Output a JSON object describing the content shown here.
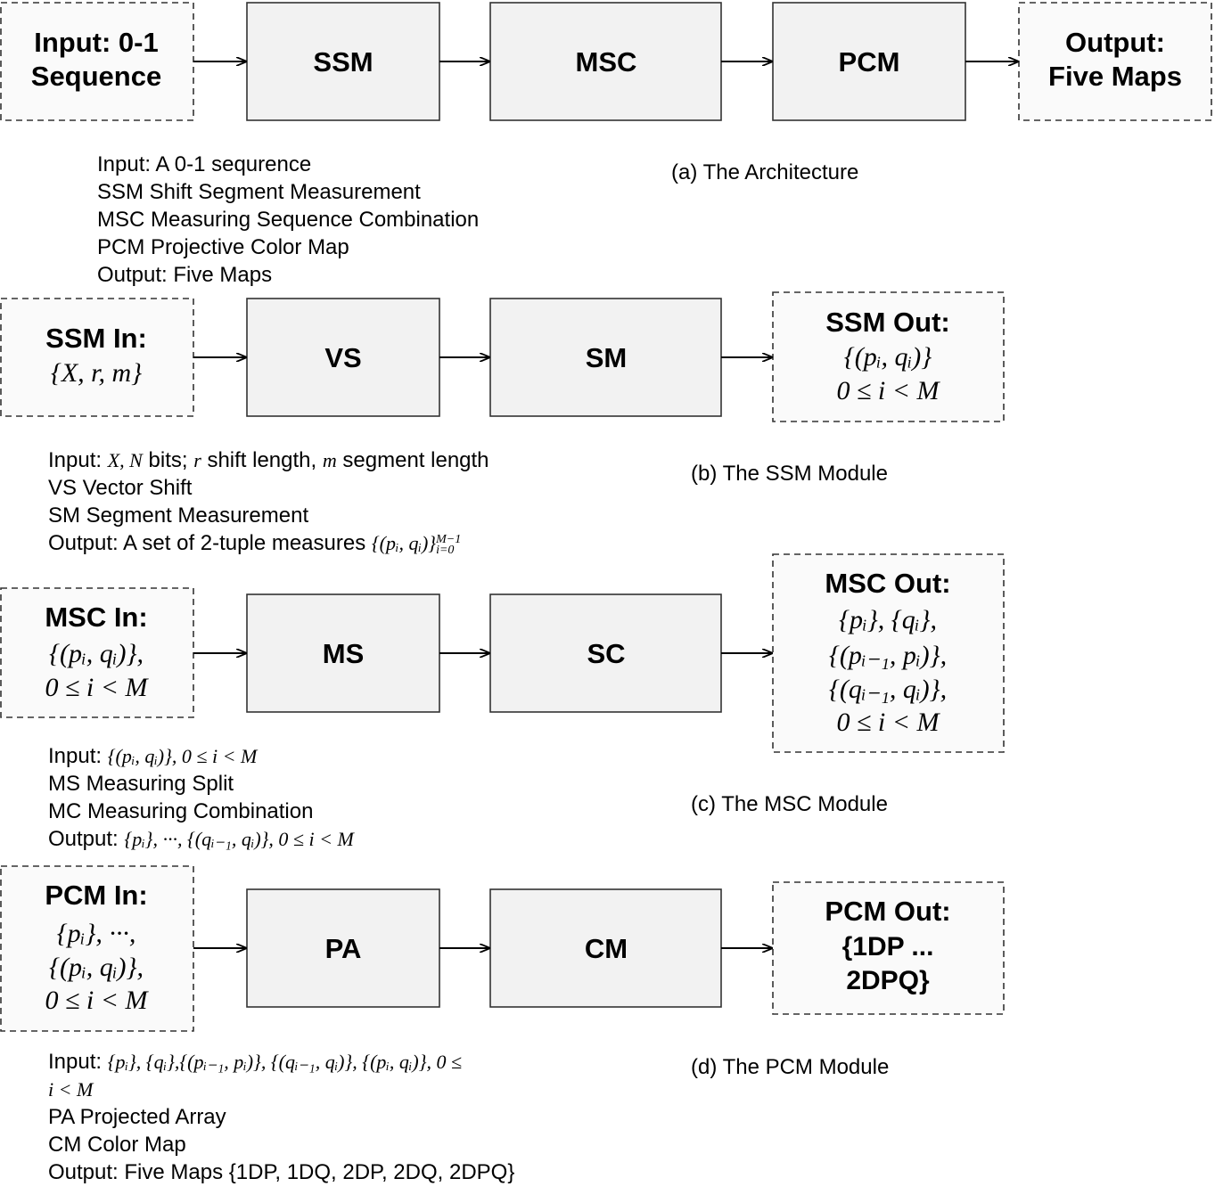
{
  "architecture": {
    "input_line1": "Input: 0-1",
    "input_line2": "Sequence",
    "blocks": [
      "SSM",
      "MSC",
      "PCM"
    ],
    "output_line1": "Output:",
    "output_line2": "Five Maps",
    "legend": [
      "Input: A 0-1 sequrence",
      "SSM Shift Segment Measurement",
      "MSC Measuring Sequence Combination",
      "PCM Projective Color Map",
      "Output: Five Maps"
    ],
    "caption": "(a) The Architecture"
  },
  "ssm": {
    "in_title": "SSM In:",
    "in_math": "{X, r, m}",
    "blocks": [
      "VS",
      "SM"
    ],
    "out_title": "SSM Out:",
    "out_line1": "{(pᵢ, qᵢ)}",
    "out_line2": "0 ≤ i < M",
    "legend": {
      "input_prefix": "Input:",
      "input_X": "X, N",
      "input_bits": "bits;",
      "input_r": "r",
      "input_shift": "shift length,",
      "input_m": "m",
      "input_seg": "segment length",
      "vs": "VS Vector Shift",
      "sm": "SM Segment Measurement",
      "output_prefix": "Output: A set of 2-tuple measures",
      "output_math": "{(pᵢ, qᵢ)}",
      "output_sup": "M−1",
      "output_sub": "i=0"
    },
    "caption": "(b) The SSM Module"
  },
  "msc": {
    "in_title": "MSC In:",
    "in_line1": "{(pᵢ, qᵢ)},",
    "in_line2": "0 ≤ i < M",
    "blocks": [
      "MS",
      "SC"
    ],
    "out_title": "MSC Out:",
    "out_line1": "{pᵢ}, {qᵢ},",
    "out_line2": "{(pᵢ₋₁, pᵢ)},",
    "out_line3": "{(qᵢ₋₁, qᵢ)},",
    "out_line4": "0 ≤ i < M",
    "legend": {
      "input_prefix": "Input:",
      "input_math": "{(pᵢ, qᵢ)}, 0 ≤ i < M",
      "ms": "MS Measuring Split",
      "mc": "MC Measuring Combination",
      "output_prefix": "Output:",
      "output_math": "{pᵢ}, ···, {(qᵢ₋₁, qᵢ)}, 0 ≤ i < M"
    },
    "caption": "(c) The MSC Module"
  },
  "pcm": {
    "in_title": "PCM In:",
    "in_line1": "{pᵢ}, ···,",
    "in_line2": "{(pᵢ, qᵢ)},",
    "in_line3": "0 ≤ i < M",
    "blocks": [
      "PA",
      "CM"
    ],
    "out_title": "PCM Out:",
    "out_line1": "{1DP ...",
    "out_line2": "2DPQ}",
    "legend": {
      "input_prefix": "Input:",
      "input_math": "{pᵢ}, {qᵢ},{(pᵢ₋₁, pᵢ)}, {(qᵢ₋₁, qᵢ)}, {(pᵢ, qᵢ)}, 0 ≤",
      "input_math2": "i < M",
      "pa": "PA Projected Array",
      "cm": "CM Color Map",
      "output": "Output: Five Maps {1DP, 1DQ, 2DP, 2DQ, 2DPQ}"
    },
    "caption": "(d) The PCM Module"
  }
}
